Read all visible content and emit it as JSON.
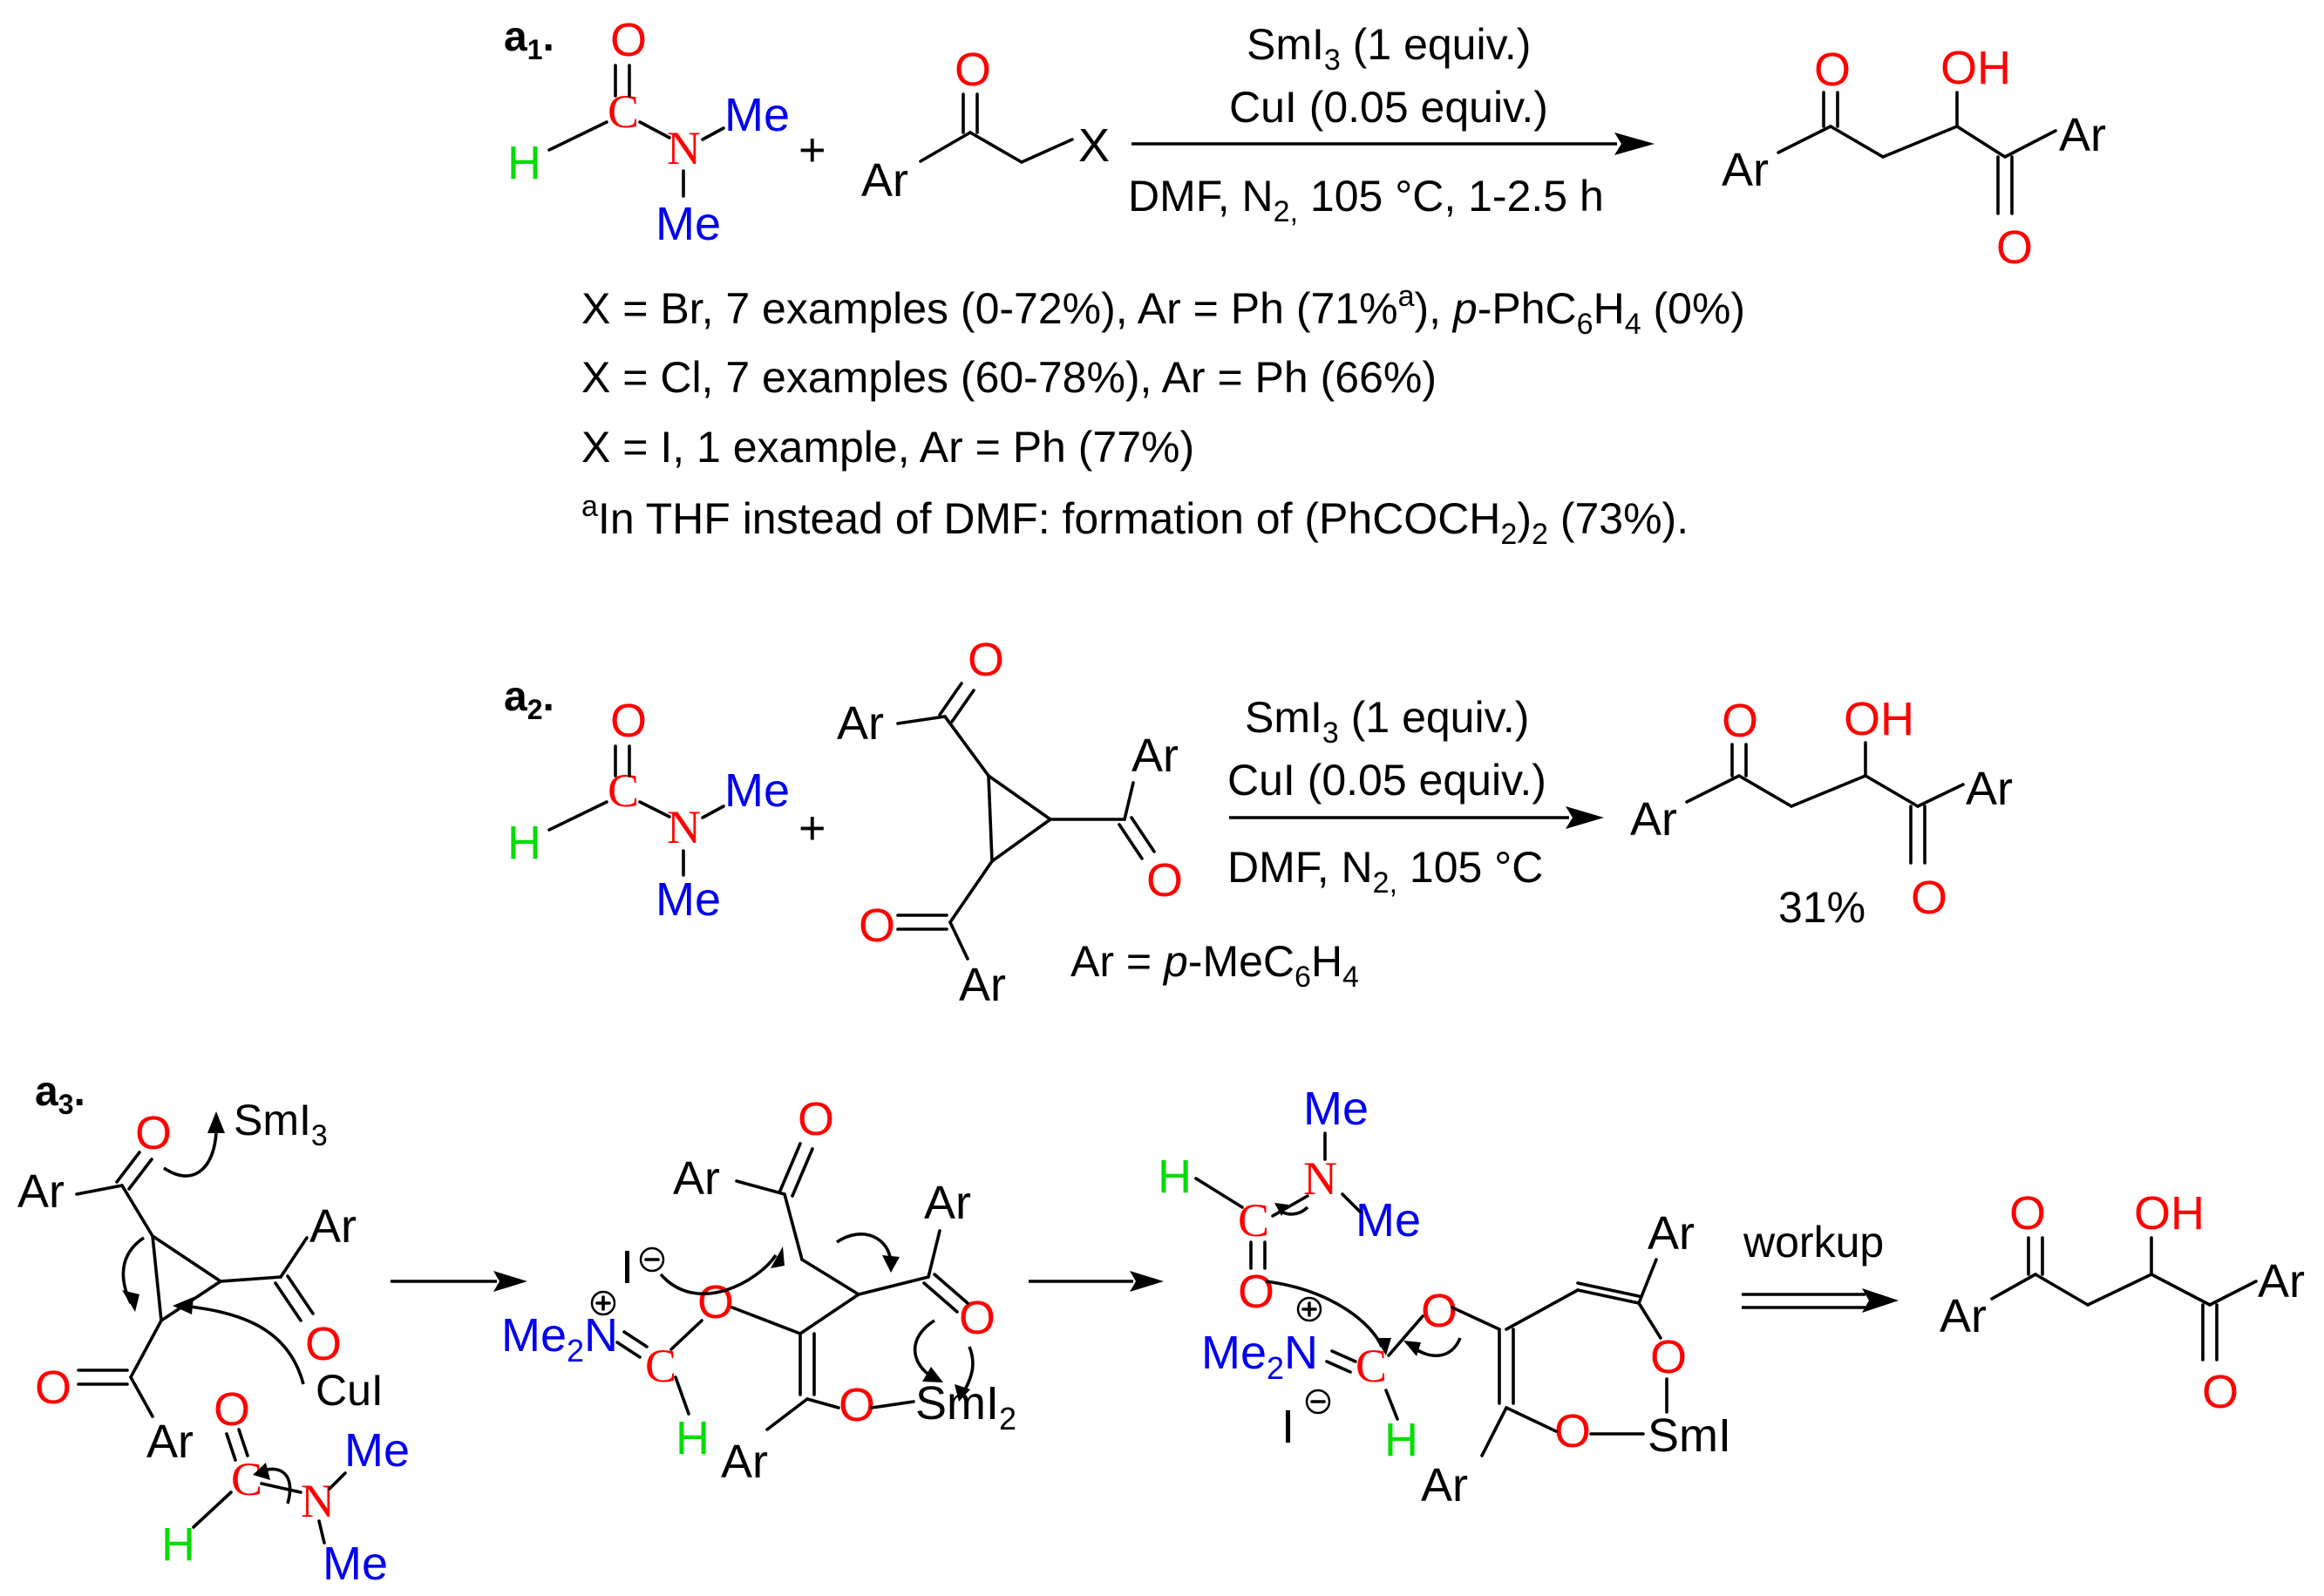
{
  "panels": {
    "a1": {
      "label": "a",
      "label_sub": "1",
      "reactant1": {
        "O": "O",
        "C": "C",
        "H": "H",
        "N": "N",
        "Me": "Me"
      },
      "plus": "+",
      "reactant2": {
        "O": "O",
        "Ar": "Ar",
        "X": "X"
      },
      "conditions": {
        "line1": "SmI",
        "line1_sub": "3",
        "line1_tail": " (1 equiv.)",
        "line2": "CuI (0.05 equiv.)",
        "line3": "DMF, N",
        "line3_sub": "2,",
        "line3_tail": " 105 °C, 1-2.5 h"
      },
      "product": {
        "O": "O",
        "OH": "OH",
        "Ar": "Ar"
      },
      "notes": {
        "n1_a": "X = Br, 7 examples (0-72%), Ar = Ph (71%",
        "n1_sup": "a",
        "n1_b": "), ",
        "n1_p": "p",
        "n1_c": "-PhC",
        "n1_sub6": "6",
        "n1_d": "H",
        "n1_sub4": "4",
        "n1_e": " (0%)",
        "n2": "X = Cl, 7 examples (60-78%), Ar = Ph (66%)",
        "n3": "X = I, 1 example, Ar = Ph (77%)",
        "n4_sup": "a",
        "n4_a": "In THF instead of DMF: formation of (PhCOCH",
        "n4_sub2": "2",
        "n4_b": ")",
        "n4_sub2b": "2",
        "n4_c": " (73%)."
      }
    },
    "a2": {
      "label": "a",
      "label_sub": "2",
      "plus": "+",
      "conditions": {
        "line1": "SmI",
        "line1_sub": "3",
        "line1_tail": " (1 equiv.)",
        "line2": "CuI (0.05 equiv.)",
        "line3": "DMF, N",
        "line3_sub": "2,",
        "line3_tail": " 105 °C"
      },
      "ar_def": {
        "a": "Ar = ",
        "p": "p",
        "b": "-MeC",
        "sub6": "6",
        "c": "H",
        "sub4": "4"
      },
      "yield": "31%"
    },
    "a3": {
      "label": "a",
      "label_sub": "3",
      "smi3": "SmI",
      "smi3_sub": "3",
      "cui": "CuI",
      "iodide": "I",
      "me2n": "Me",
      "me2n_sub": "2",
      "me2n_n": "N",
      "smi2": "SmI",
      "smi2_sub": "2",
      "smi": "SmI",
      "workup": "workup"
    }
  },
  "colors": {
    "oxygen": "#ff0000",
    "nitrogen_me": "#0000ee",
    "hydrogen": "#00dd00",
    "bonds": "#000000"
  }
}
